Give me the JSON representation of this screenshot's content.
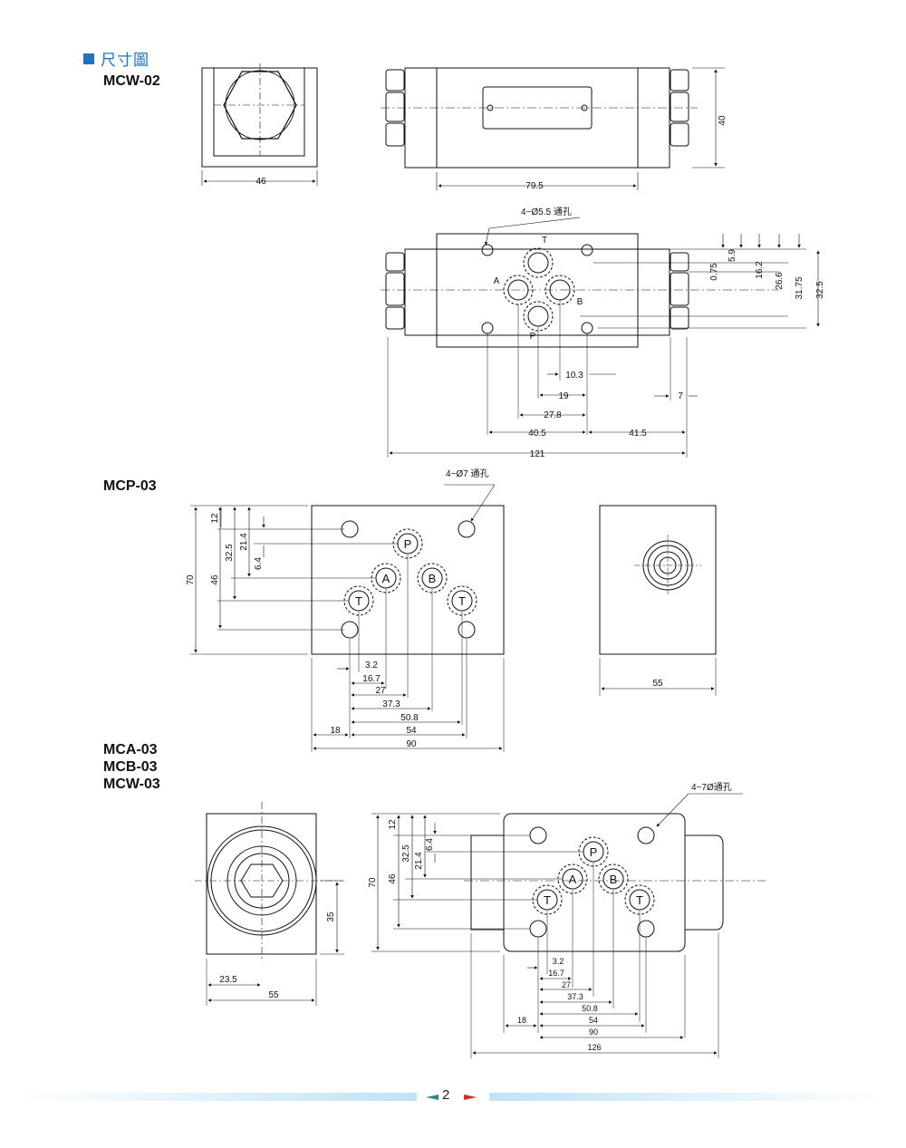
{
  "section": {
    "title": "尺寸圖",
    "color": "#1d74c4"
  },
  "models": {
    "mcw02": "MCW-02",
    "mcp03": "MCP-03",
    "mca03": "MCA-03",
    "mcb03": "MCB-03",
    "mcw03": "MCW-03"
  },
  "mcw02_dims": {
    "side_width": "46",
    "body_length": "79.5",
    "height": "40",
    "holes_note": "4−Ø5.5 通孔",
    "port_t": "T",
    "port_a": "A",
    "port_b": "B",
    "port_p": "P",
    "v_0_75": "0.75",
    "v_5_9": "5.9",
    "v_16_2": "16.2",
    "v_26_6": "26.6",
    "v_31_75": "31.75",
    "v_32_5": "32.5",
    "h_10_3": "10.3",
    "h_19": "19",
    "h_27_8": "27.8",
    "h_40_5": "40.5",
    "h_41_5": "41.5",
    "h_7": "7",
    "h_121": "121"
  },
  "mcp03_dims": {
    "holes_note": "4−Ø7 通孔",
    "port_p": "P",
    "port_a": "A",
    "port_b": "B",
    "port_t": "T",
    "v_70": "70",
    "v_46": "46",
    "v_32_5": "32.5",
    "v_21_4": "21.4",
    "v_12": "12",
    "v_6_4": "6.4",
    "h_3_2": "3.2",
    "h_16_7": "16.7",
    "h_27": "27",
    "h_37_3": "37.3",
    "h_50_8": "50.8",
    "h_18": "18",
    "h_54": "54",
    "h_90": "90",
    "side_width": "55"
  },
  "mca03_dims": {
    "holes_note": "4−7Ø通孔",
    "port_p": "P",
    "port_a": "A",
    "port_b": "B",
    "port_t": "T",
    "v_35": "35",
    "h_23_5": "23.5",
    "h_55": "55",
    "v_70": "70",
    "v_46": "46",
    "v_32_5": "32.5",
    "v_21_4": "21.4",
    "v_12": "12",
    "v_6_4": "6.4",
    "h_3_2": "3.2",
    "h_16_7": "16.7",
    "h_27": "27",
    "h_37_3": "37.3",
    "h_50_8": "50.8",
    "h_18": "18",
    "h_54": "54",
    "h_90": "90",
    "h_126": "126"
  },
  "footer": {
    "page": "2",
    "bar_color": "#bfe3f7",
    "arrow_left_color": "#2a8a8a",
    "arrow_right_color": "#d8282a"
  }
}
